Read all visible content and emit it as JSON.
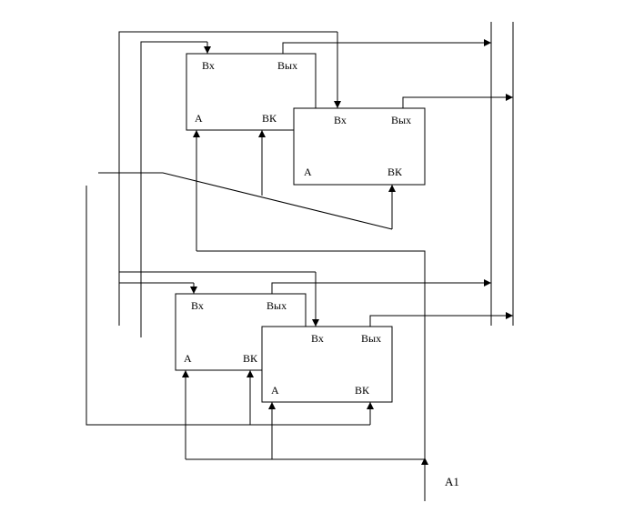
{
  "blocks": [
    {
      "in": "Вх",
      "out": "Вых",
      "a": "А",
      "vk": "ВК"
    },
    {
      "in": "Вх",
      "out": "Вых",
      "a": "А",
      "vk": "ВК"
    },
    {
      "in": "Вх",
      "out": "Вых",
      "a": "А",
      "vk": "ВК"
    },
    {
      "in": "Вх",
      "out": "Вых",
      "a": "А",
      "vk": "ВК"
    }
  ],
  "signal_label": "А1"
}
